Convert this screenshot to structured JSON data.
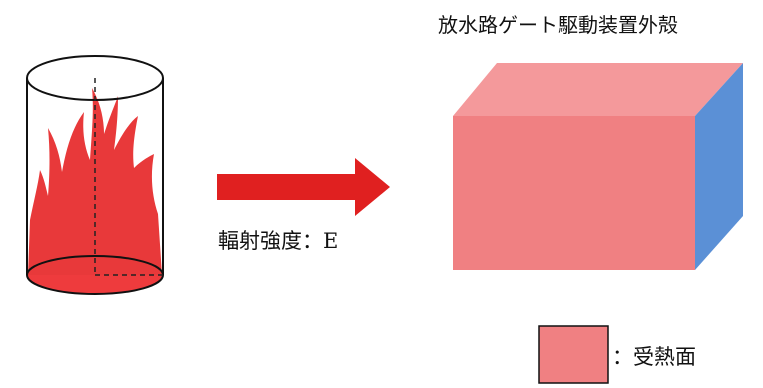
{
  "title": "放水路ゲート駆動装置外殻",
  "arrow_label": "輻射強度：E",
  "legend": {
    "label": "：受熱面"
  },
  "colors": {
    "flame": "#e8393a",
    "flame_base": "#ee3b3d",
    "arrow": "#e02020",
    "box_front": "#f08082",
    "box_top": "#f4999b",
    "box_side": "#5b90d6",
    "outline": "#111111"
  }
}
